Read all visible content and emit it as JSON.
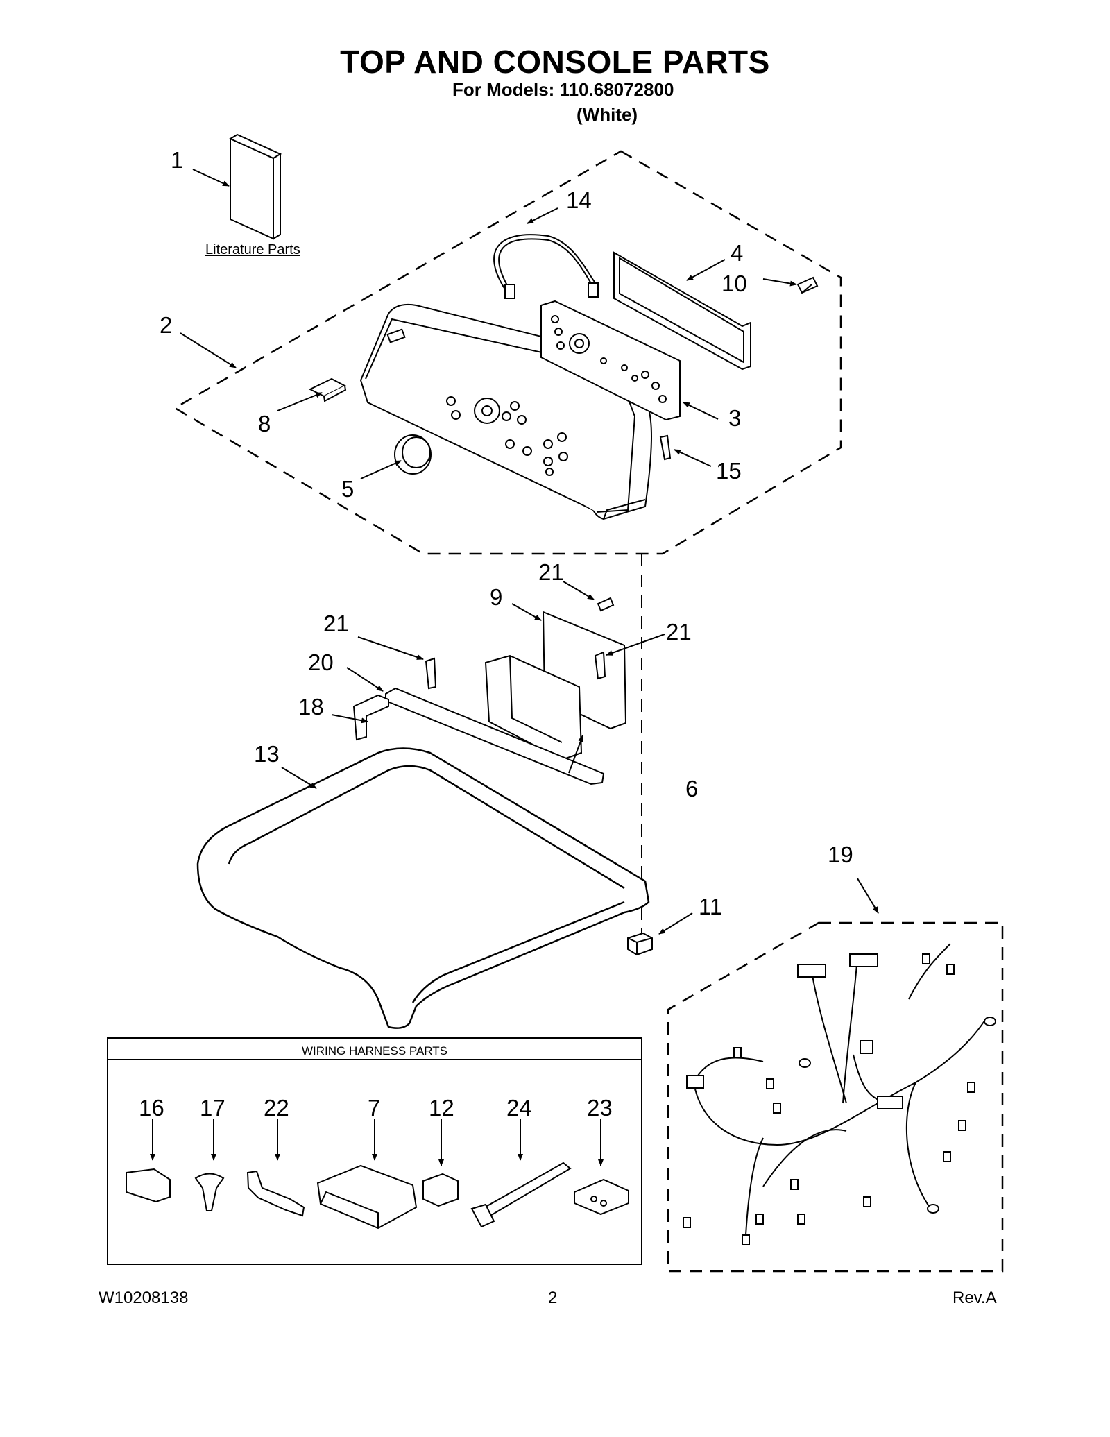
{
  "header": {
    "title": "TOP AND CONSOLE PARTS",
    "models": "For Models: 110.68072800",
    "color": "(White)"
  },
  "literature": {
    "label": "Literature Parts"
  },
  "harness_box": {
    "title": "WIRING HARNESS PARTS"
  },
  "callouts": {
    "c1": "1",
    "c2": "2",
    "c3": "3",
    "c4": "4",
    "c5": "5",
    "c6": "6",
    "c7": "7",
    "c8": "8",
    "c9": "9",
    "c10": "10",
    "c11": "11",
    "c12": "12",
    "c13": "13",
    "c14": "14",
    "c15": "15",
    "c16": "16",
    "c17": "17",
    "c18": "18",
    "c19": "19",
    "c20": "20",
    "c21a": "21",
    "c21b": "21",
    "c21c": "21",
    "c22": "22",
    "c23": "23",
    "c24": "24"
  },
  "footer": {
    "doc_number": "W10208138",
    "page": "2",
    "revision": "Rev.A"
  }
}
